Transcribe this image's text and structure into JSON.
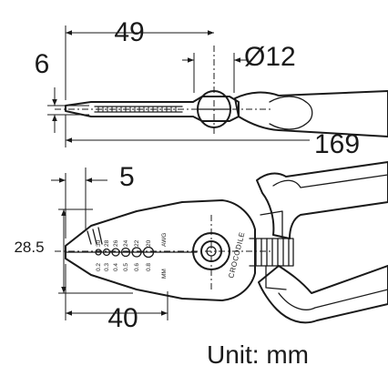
{
  "dimensions": {
    "jaw_length": "49",
    "pivot_diameter": "Ø12",
    "thickness": "6",
    "overall_length": "169",
    "tip_offset": "5",
    "jaw_height": "28.5",
    "cutting_length": "40"
  },
  "awg_scale": {
    "label": "AWG",
    "sizes": [
      "30",
      "28",
      "26",
      "24",
      "22",
      "20"
    ]
  },
  "mm_scale": {
    "label": "MM",
    "sizes": [
      "0.2",
      "0.3",
      "0.4",
      "0.5",
      "0.6",
      "0.8"
    ]
  },
  "brand": "CROCODILE",
  "unit_label": "Unit: mm"
}
